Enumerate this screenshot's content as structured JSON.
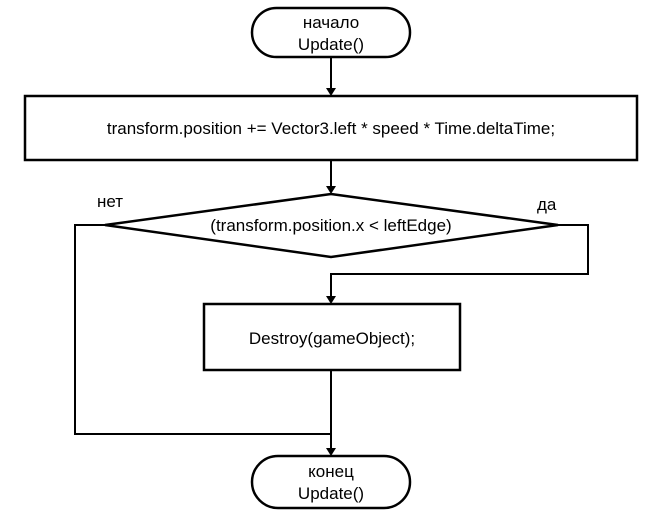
{
  "nodes": {
    "start": {
      "line1": "начало",
      "line2": "Update()"
    },
    "process_move": {
      "label": "transform.position += Vector3.left * speed * Time.deltaTime;"
    },
    "decision": {
      "label": "(transform.position.x < leftEdge)"
    },
    "process_destroy": {
      "label": "Destroy(gameObject);"
    },
    "end": {
      "line1": "конец",
      "line2": "Update()"
    }
  },
  "edges": {
    "no_label": "нет",
    "yes_label": "да"
  }
}
